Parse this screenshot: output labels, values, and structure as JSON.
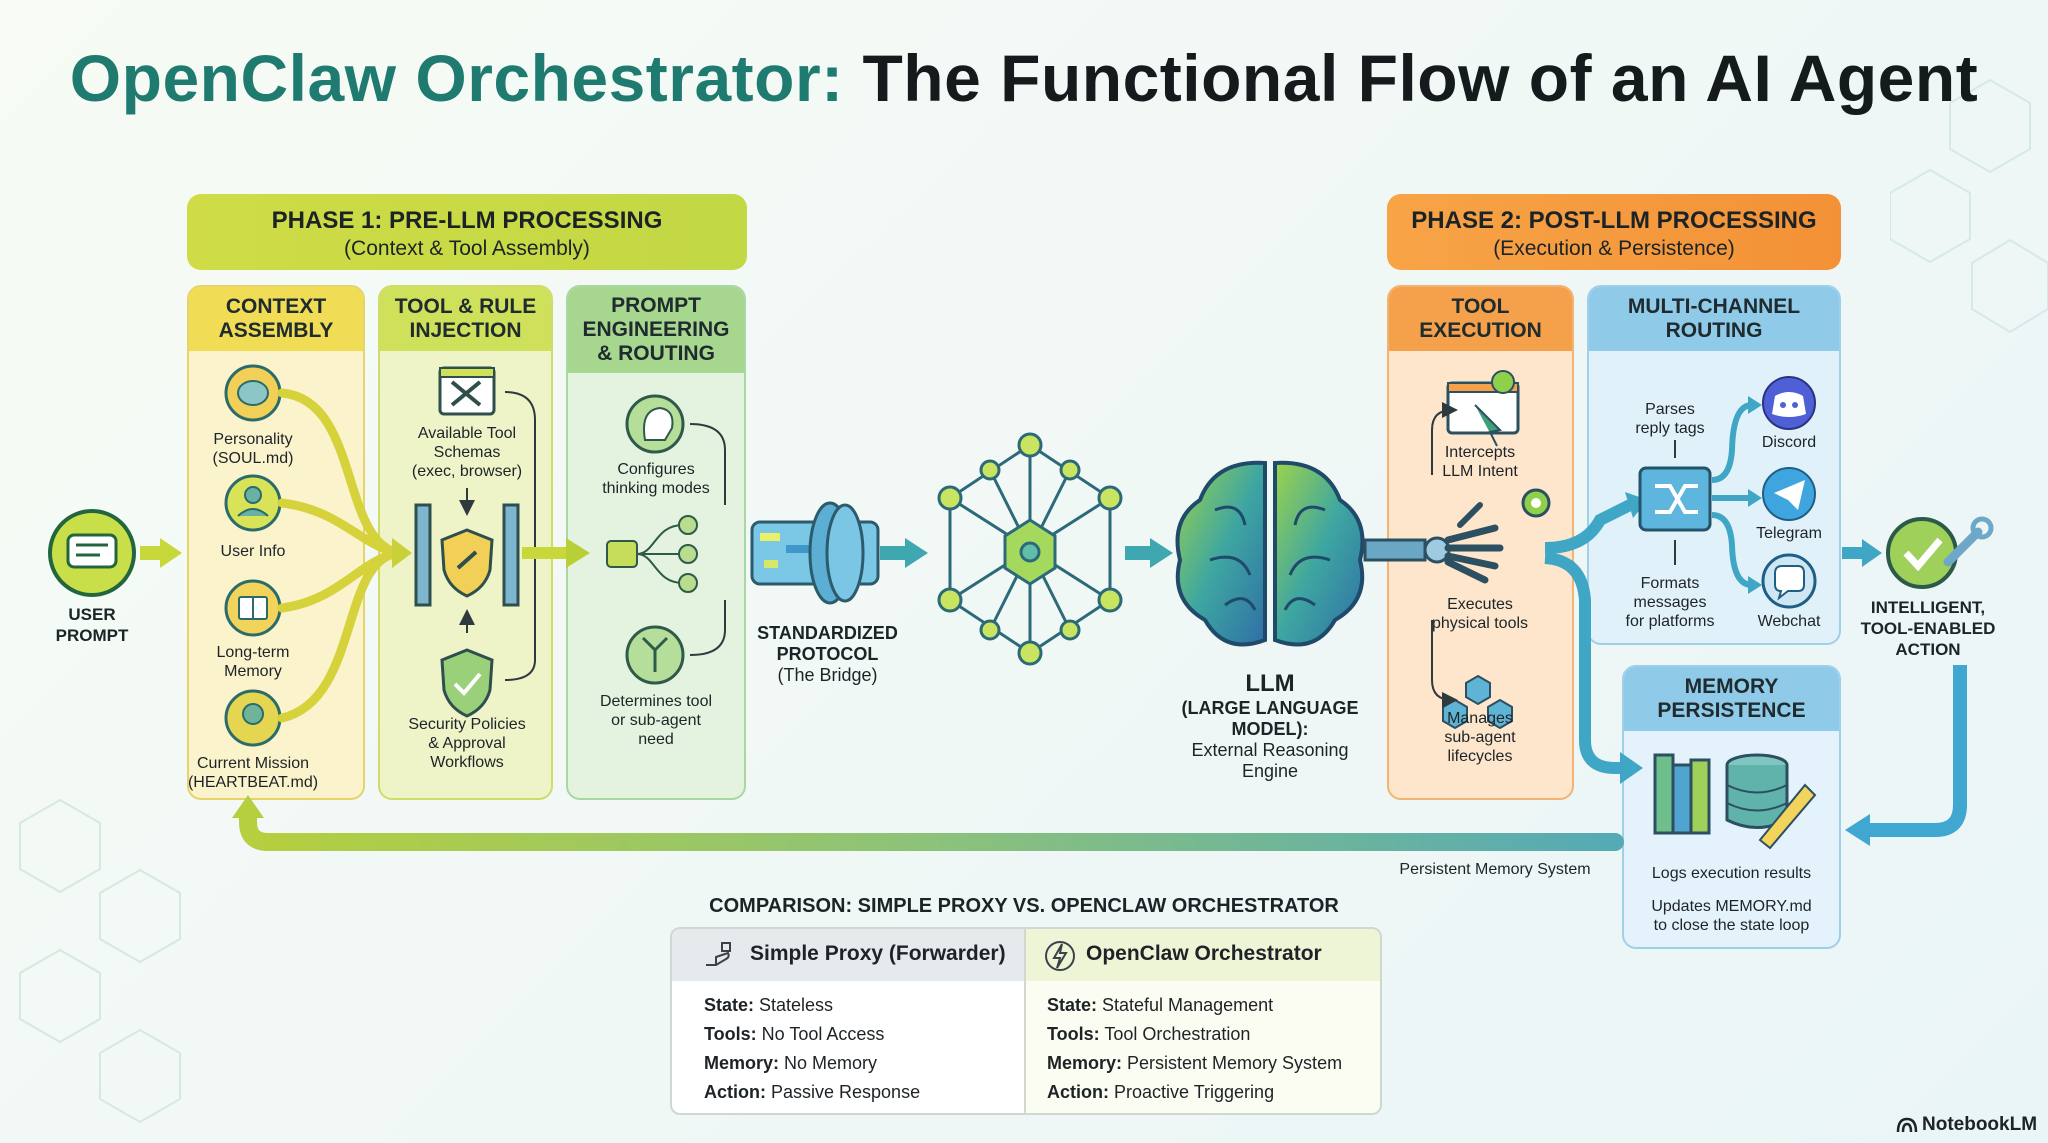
{
  "title": {
    "part1": "OpenClaw Orchestrator:",
    "part2": " The Functional Flow of an AI Agent"
  },
  "phase1": {
    "title": "PHASE 1: PRE-LLM PROCESSING",
    "subtitle": "(Context & Tool Assembly)"
  },
  "phase2": {
    "title": "PHASE 2: POST-LLM PROCESSING",
    "subtitle": "(Execution & Persistence)"
  },
  "input": {
    "label_line1": "USER",
    "label_line2": "PROMPT"
  },
  "context": {
    "head_line1": "CONTEXT",
    "head_line2": "ASSEMBLY",
    "personality_l1": "Personality",
    "personality_l2": "(SOUL.md)",
    "user_info": "User Info",
    "memory_l1": "Long-term",
    "memory_l2": "Memory",
    "mission_l1": "Current Mission",
    "mission_l2": "(HEARTBEAT.md)"
  },
  "tools": {
    "head_line1": "TOOL & RULE",
    "head_line2": "INJECTION",
    "schemas_l1": "Available Tool",
    "schemas_l2": "Schemas",
    "schemas_l3": "(exec, browser)",
    "security_l1": "Security Policies",
    "security_l2": "& Approval",
    "security_l3": "Workflows"
  },
  "prompt": {
    "head_line1": "PROMPT",
    "head_line2": "ENGINEERING",
    "head_line3": "& ROUTING",
    "configures_l1": "Configures",
    "configures_l2": "thinking modes",
    "determines_l1": "Determines tool",
    "determines_l2": "or sub-agent",
    "determines_l3": "need"
  },
  "protocol": {
    "l1": "STANDARDIZED",
    "l2": "PROTOCOL",
    "l3": "(The Bridge)"
  },
  "llm": {
    "l1": "LLM",
    "l2": "(LARGE LANGUAGE",
    "l3": "MODEL):",
    "l4": "External Reasoning",
    "l5": "Engine"
  },
  "execution": {
    "head_line1": "TOOL",
    "head_line2": "EXECUTION",
    "intercepts_l1": "Intercepts",
    "intercepts_l2": "LLM Intent",
    "executes_l1": "Executes",
    "executes_l2": "physical tools",
    "manages_l1": "Manages",
    "manages_l2": "sub-agent",
    "manages_l3": "lifecycles"
  },
  "routing": {
    "head_line1": "MULTI-CHANNEL",
    "head_line2": "ROUTING",
    "parses_l1": "Parses",
    "parses_l2": "reply tags",
    "formats_l1": "Formats",
    "formats_l2": "messages",
    "formats_l3": "for platforms",
    "discord": "Discord",
    "telegram": "Telegram",
    "webchat": "Webchat"
  },
  "action": {
    "l1": "INTELLIGENT,",
    "l2": "TOOL-ENABLED",
    "l3": "ACTION"
  },
  "persistence": {
    "head_line1": "MEMORY",
    "head_line2": "PERSISTENCE",
    "logs": "Logs execution results",
    "updates_l1": "Updates MEMORY.md",
    "updates_l2": "to close the state loop",
    "loop_label": "Persistent Memory System"
  },
  "comparison": {
    "title": "COMPARISON: SIMPLE PROXY VS. OPENCLAW ORCHESTRATOR",
    "left_head": "Simple Proxy (Forwarder)",
    "right_head": "OpenClaw Orchestrator",
    "left_rows": [
      {
        "key": "State:",
        "val": " Stateless"
      },
      {
        "key": "Tools:",
        "val": " No Tool Access"
      },
      {
        "key": "Memory:",
        "val": " No Memory"
      },
      {
        "key": "Action:",
        "val": " Passive Response"
      }
    ],
    "right_rows": [
      {
        "key": "State:",
        "val": " Stateful Management"
      },
      {
        "key": "Tools:",
        "val": " Tool Orchestration"
      },
      {
        "key": "Memory:",
        "val": " Persistent Memory System"
      },
      {
        "key": "Action:",
        "val": " Proactive Triggering"
      }
    ]
  },
  "brand": "NotebookLM",
  "colors": {
    "teal_title": "#1f7a70",
    "phase1": "#c9da45",
    "phase2": "#f59a3f",
    "context_bg": "#fbf3c8",
    "tools_bg": "#eef3c6",
    "prompt_bg": "#e3f3dc",
    "exec_bg": "#fde4c8",
    "routing_bg": "#dff0fa",
    "loop_green": "#a7c93f",
    "loop_teal": "#5fb3a8"
  }
}
